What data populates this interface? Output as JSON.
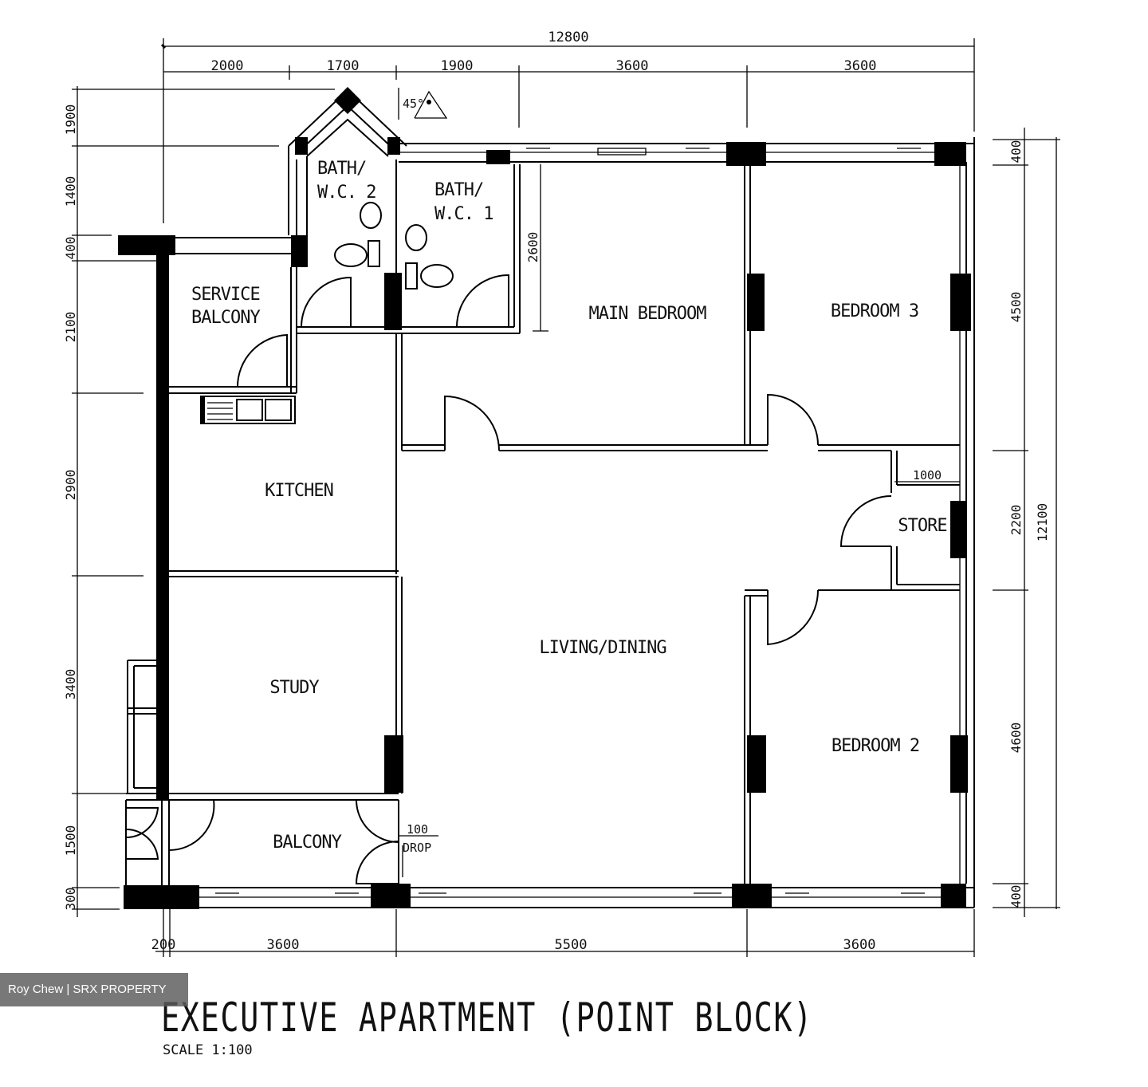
{
  "rooms": {
    "bath2": [
      "BATH/",
      "W.C. 2"
    ],
    "bath1": [
      "BATH/",
      "W.C. 1"
    ],
    "main_bedroom": "MAIN BEDROOM",
    "bedroom3": "BEDROOM 3",
    "service_balcony": [
      "SERVICE",
      "BALCONY"
    ],
    "kitchen": "KITCHEN",
    "store": "STORE",
    "living_dining": "LIVING/DINING",
    "study": "STUDY",
    "bedroom2": "BEDROOM 2",
    "balcony": "BALCONY"
  },
  "dimensions": {
    "top_total": "12800",
    "top": [
      "2000",
      "1700",
      "1900",
      "3600",
      "3600"
    ],
    "bottom": [
      "200",
      "3600",
      "5500",
      "3600"
    ],
    "left": [
      "1900",
      "1400",
      "400",
      "2100",
      "2900",
      "3400",
      "1500",
      "300"
    ],
    "right_total": "12100",
    "right": [
      "400",
      "4500",
      "2200",
      "4600",
      "400"
    ],
    "bath_depth": "2600",
    "store_width": "1000",
    "angle": "45°"
  },
  "notes": {
    "drop_value": "100",
    "drop_label": "DROP"
  },
  "title": "EXECUTIVE APARTMENT (POINT BLOCK)",
  "scale": "SCALE 1:100",
  "watermark": "Roy Chew | SRX PROPERTY"
}
